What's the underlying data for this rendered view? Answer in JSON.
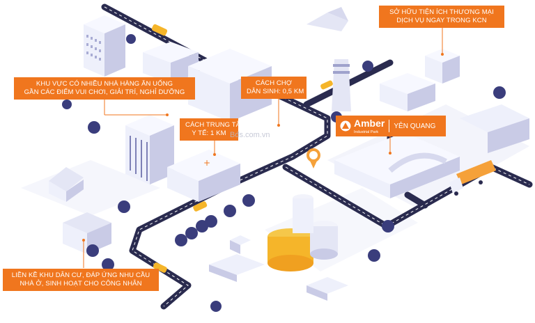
{
  "labels": {
    "top_right": [
      "SỞ HỮU TIỆN ÍCH THƯƠNG MẠI",
      "DỊCH VỤ NGAY TRONG KCN"
    ],
    "restaurants": [
      "KHU VỰC CÓ NHIỀU NHÀ HÀNG ĂN UỐNG",
      "GẦN CÁC ĐIỂM VUI CHƠI, GIẢI TRÍ, NGHỈ DƯỠNG"
    ],
    "market": [
      "CÁCH CHỢ",
      "DÂN SINH: 0,5 KM"
    ],
    "medical": [
      "CÁCH TRUNG TÂM",
      "Y TẾ: 1 KM"
    ],
    "residential": [
      "LIỀN KỀ KHU DÂN CƯ, ĐÁP ỨNG NHU CẦU",
      "NHÀ Ở, SINH HOẠT CHO CÔNG NHÂN"
    ]
  },
  "brand": {
    "name": "Amber",
    "sub": "Industrial Park",
    "park": "YÊN QUANG"
  },
  "watermark": "Bđs.com.vn",
  "icons": [
    "amber-logo-icon",
    "location-pin-icon",
    "cloud-icon"
  ],
  "colors": {
    "accent": "#f0761e",
    "road": "#2a2b4f",
    "building_light": "#eef0fb",
    "building_side": "#c9cbe6",
    "tree": "#3a3d7c",
    "tank": "#f5b52a",
    "truck": "#f5a13a"
  }
}
